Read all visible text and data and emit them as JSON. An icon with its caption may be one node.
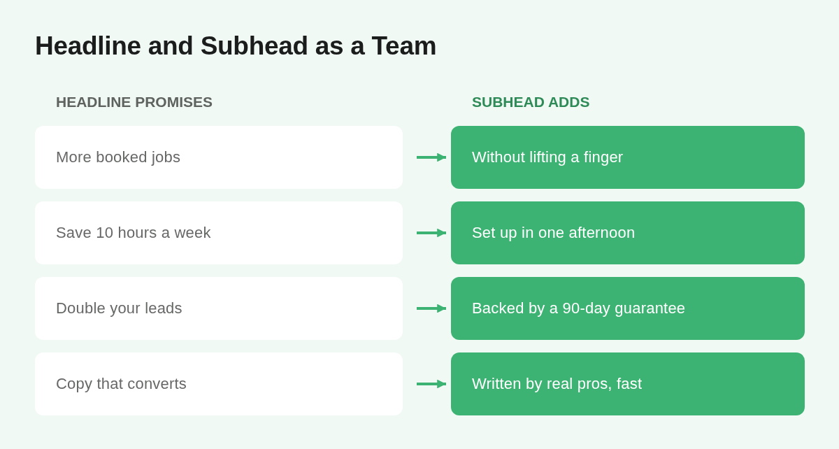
{
  "diagram": {
    "title": "Headline and Subhead as a Team",
    "nodes": [
      {
        "text": [
          "More booked jobs"
        ]
      },
      {
        "text": [
          "Without lifting a finger"
        ]
      },
      {
        "text": [
          "Save 10 hours a week"
        ]
      },
      {
        "text": [
          "Set up in one afternoon"
        ]
      },
      {
        "text": [
          "Double your leads"
        ]
      },
      {
        "text": [
          "Backed by a 90-day guarantee"
        ]
      },
      {
        "text": [
          "Copy that converts"
        ]
      },
      {
        "text": [
          "Written by real pros, fast"
        ]
      }
    ],
    "edges": [
      {
        "from": 0,
        "to": 1,
        "arrow": "to"
      },
      {
        "from": 2,
        "to": 3,
        "arrow": "to"
      },
      {
        "from": 4,
        "to": 5,
        "arrow": "to"
      },
      {
        "from": 6,
        "to": 7,
        "arrow": "to"
      }
    ],
    "labels": [
      "HEADLINE PROMISES",
      "SUBHEAD ADDS"
    ]
  }
}
